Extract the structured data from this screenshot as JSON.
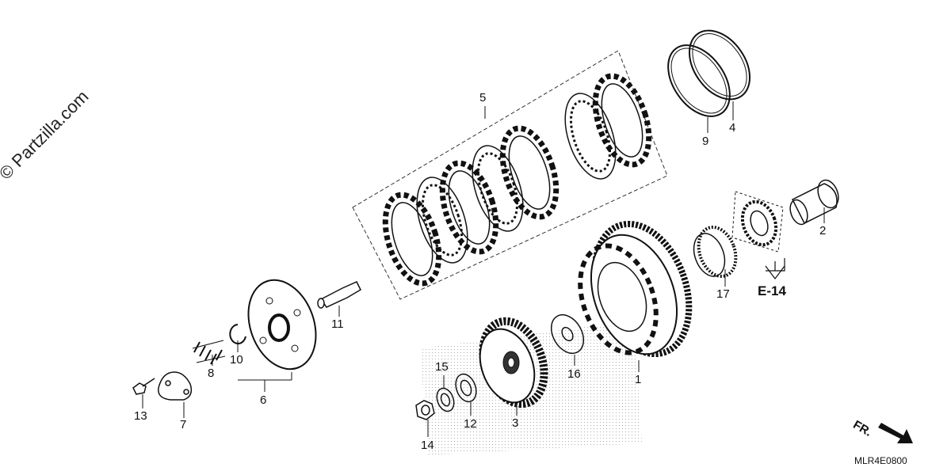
{
  "watermark": "© Partzilla.com",
  "diagram_code": "MLR4E0800",
  "reference": "E-14",
  "front_label": "FR.",
  "callouts": {
    "c1": "1",
    "c2": "2",
    "c3": "3",
    "c4": "4",
    "c5": "5",
    "c6": "6",
    "c7": "7",
    "c8": "8",
    "c9": "9",
    "c10": "10",
    "c11": "11",
    "c12": "12",
    "c13": "13",
    "c14": "14",
    "c15": "15",
    "c16": "16",
    "c17": "17"
  },
  "icons": [
    "front-direction-arrow-icon",
    "reference-arrow-icon"
  ]
}
